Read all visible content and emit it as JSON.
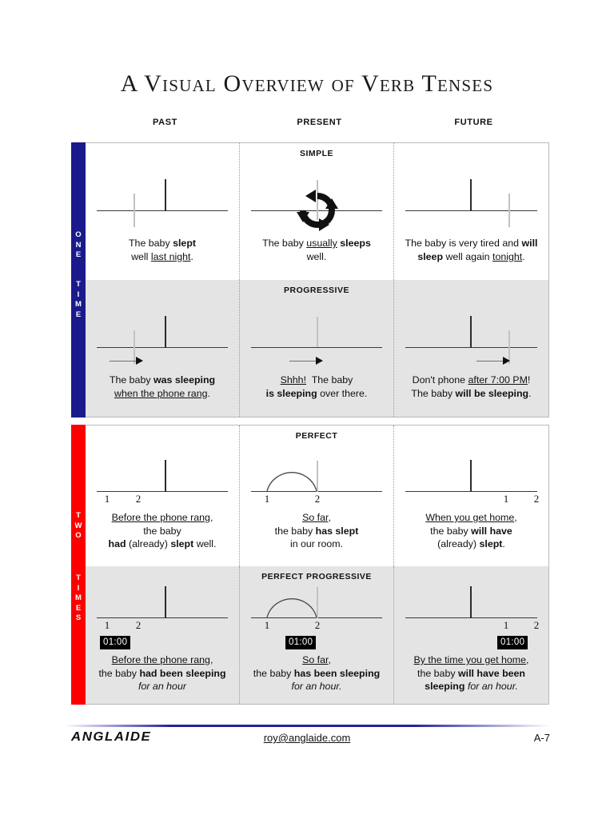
{
  "title": "A Visual Overview of Verb Tenses",
  "columns": [
    "PAST",
    "PRESENT",
    "FUTURE"
  ],
  "groups": [
    {
      "label_lines": [
        "O",
        "N",
        "E"
      ],
      "label2_lines": [
        "T",
        "I",
        "M",
        "E"
      ],
      "color": "#1a1a8c",
      "name": "ONE TIME"
    },
    {
      "label_lines": [
        "T",
        "W",
        "O"
      ],
      "label2_lines": [
        "T",
        "I",
        "M",
        "E",
        "S"
      ],
      "color": "#fc0000",
      "name": "TWO TIMES"
    }
  ],
  "rows": [
    {
      "caption": "SIMPLE",
      "shaded": false,
      "cells": [
        {
          "text_html": "The baby <b>slept</b><br>well <u>last night</u>.",
          "numbers": [],
          "badge": null
        },
        {
          "text_html": "The baby <u>usually</u> <b>sleeps</b><br>well.",
          "numbers": [],
          "badge": null
        },
        {
          "text_html": "The baby is very tired and <b>will<br>sleep</b> well again <u>tonight</u>.",
          "numbers": [],
          "badge": null
        }
      ]
    },
    {
      "caption": "PROGRESSIVE",
      "shaded": true,
      "cells": [
        {
          "text_html": "The baby <b>was sleeping</b><br><u>when the phone rang</u>.",
          "numbers": [],
          "badge": null
        },
        {
          "text_html": "<u>Shhh!</u>&nbsp; The baby<br><b>is sleeping</b> over there.",
          "numbers": [],
          "badge": null
        },
        {
          "text_html": "Don't phone <u>after 7:00 PM</u>!<br>The baby <b>will be sleeping</b>.",
          "numbers": [],
          "badge": null
        }
      ]
    },
    {
      "caption": "PERFECT",
      "shaded": false,
      "cells": [
        {
          "text_html": "<u>Before the phone rang</u>,<br>the baby<br><b>had</b> (already) <b>slept</b> well.",
          "numbers": [
            "1",
            "2"
          ],
          "badge": null
        },
        {
          "text_html": "<u>So far</u>,<br>the baby <b>has slept</b><br>in our room.",
          "numbers": [
            "1",
            "2"
          ],
          "badge": null
        },
        {
          "text_html": "<u>When you get home</u>,<br>the baby <b>will have</b><br>(already) <b>slept</b>.",
          "numbers": [
            "1",
            "2"
          ],
          "badge": null
        }
      ]
    },
    {
      "caption": "PERFECT PROGRESSIVE",
      "shaded": true,
      "cells": [
        {
          "text_html": "<u>Before the phone rang</u>,<br>the baby <b>had been sleeping</b><br><i>for an hour</i>",
          "numbers": [
            "1",
            "2"
          ],
          "badge": "01:00"
        },
        {
          "text_html": "<u>So far</u>,<br>the baby <b>has been sleeping</b><br><i>for an hour.</i>",
          "numbers": [
            "1",
            "2"
          ],
          "badge": "01:00"
        },
        {
          "text_html": "<u>By the time you get home</u>,<br>the baby <b>will have been<br>sleeping</b> <i>for an hour.</i>",
          "numbers": [
            "1",
            "2"
          ],
          "badge": "01:00"
        }
      ]
    }
  ],
  "footer": {
    "brand": "ANGLAIDE",
    "email": "roy@anglaide.com",
    "page": "A-7"
  },
  "colors": {
    "one_time_bar": "#1a1a8c",
    "two_times_bar": "#fc0000",
    "shaded_row": "#e4e4e4",
    "rule": "#23239c"
  }
}
